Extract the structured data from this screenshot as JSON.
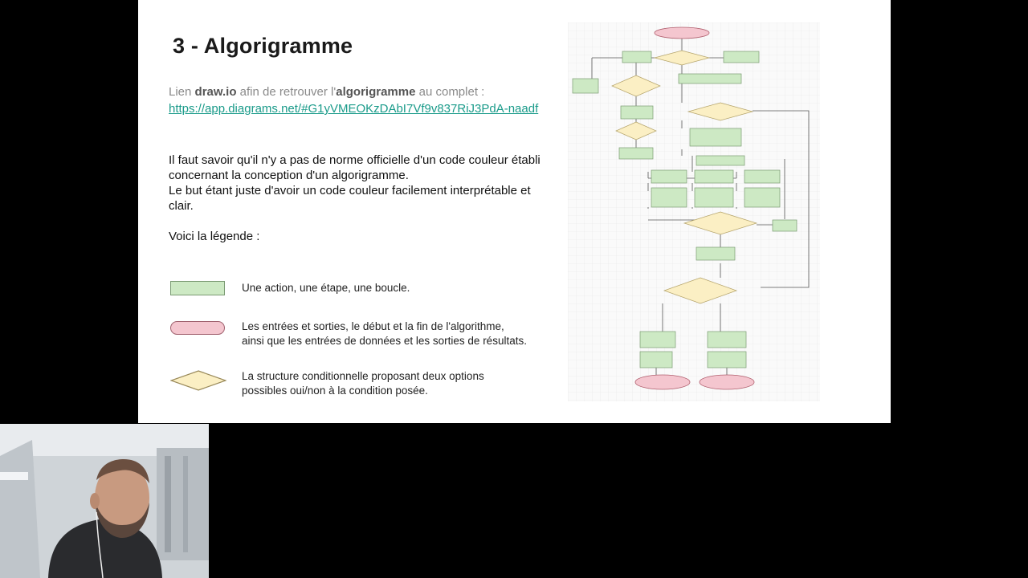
{
  "slide": {
    "title": "3 - Algorigramme",
    "lien_prefix": "Lien ",
    "lien_tool": "draw.io",
    "lien_mid": " afin de retrouver l'",
    "lien_word": "algorigramme",
    "lien_suffix": " au complet :",
    "link": "https://app.diagrams.net/#G1yVMEOKzDAbI7Vf9v837RiJ3PdA-naadf",
    "para1_line1": "Il faut savoir qu'il n'y a pas de norme officielle d'un code couleur établi",
    "para1_line2": "concernant la conception d'un algorigramme.",
    "para1_line3": "Le but étant juste d'avoir un code couleur facilement interprétable et",
    "para1_line4": "clair.",
    "legend_intro": "Voici la légende :",
    "legend": [
      {
        "line1": "Une action, une étape, une boucle.",
        "line2": ""
      },
      {
        "line1": "Les entrées et sorties, le début et la fin de l'algorithme,",
        "line2": "ainsi que les entrées de données et les sorties de résultats."
      },
      {
        "line1": "La structure conditionnelle proposant deux options",
        "line2": "possibles oui/non à la condition posée."
      }
    ]
  },
  "colors": {
    "action": "#cde9c4",
    "io": "#f4c6cf",
    "condition": "#fbefc4",
    "link": "#1a9b8a",
    "background": "#000000"
  },
  "icons": {
    "action": "green-rectangle",
    "io": "pink-rounded-rectangle",
    "condition": "yellow-diamond"
  }
}
